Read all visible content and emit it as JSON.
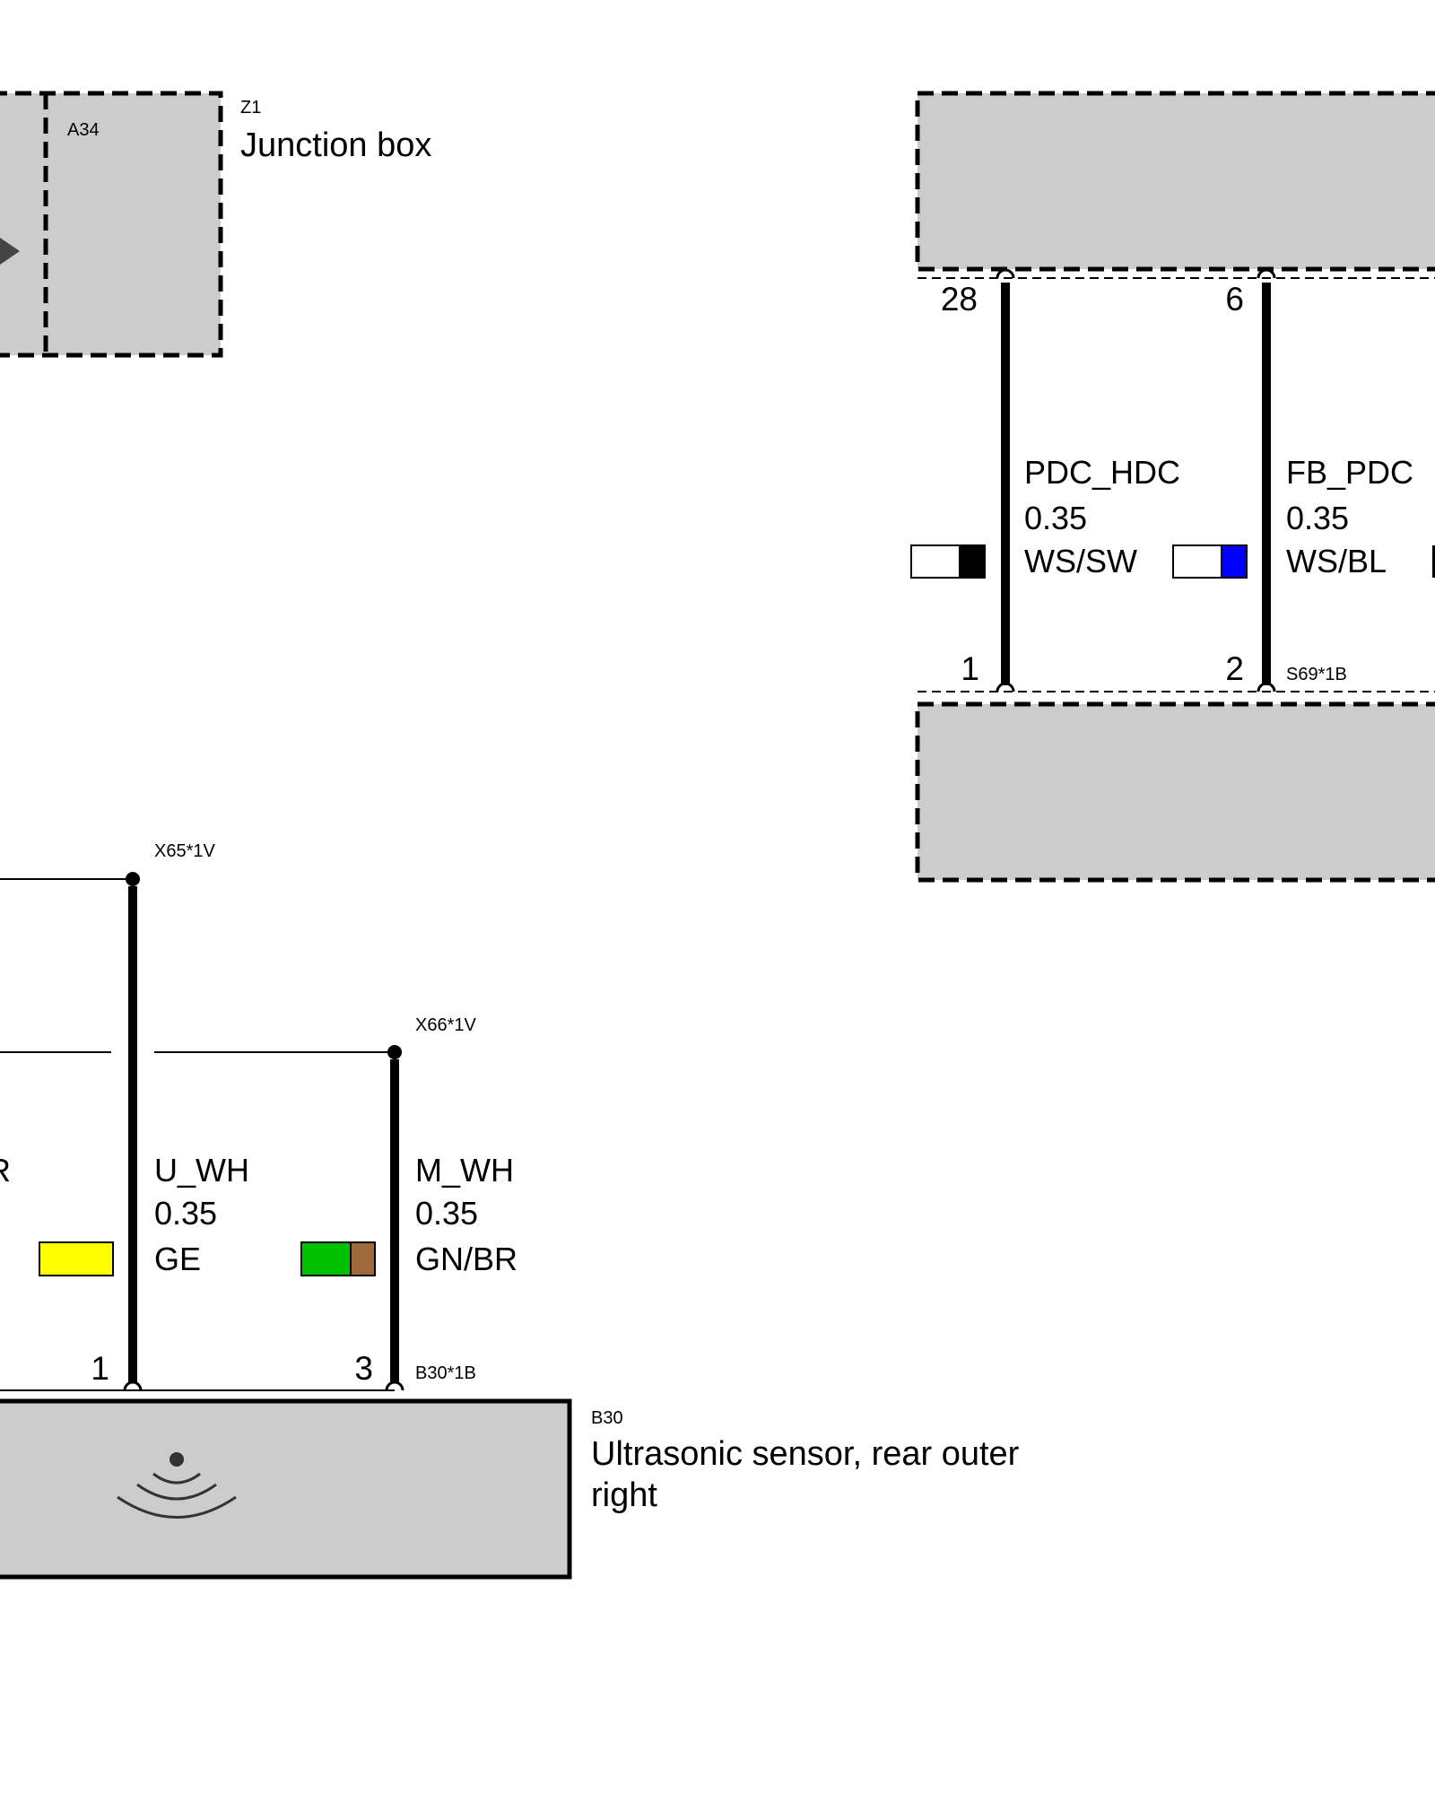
{
  "components": {
    "z1": {
      "ref": "Z1",
      "name": "Junction box",
      "inner_ref": "A34"
    },
    "b30": {
      "ref": "B30",
      "name_line1": "Ultrasonic sensor, rear outer",
      "name_line2": "right"
    }
  },
  "connectors": {
    "x65": "X65*1V",
    "x66": "X66*1V",
    "b30_1b": "B30*1B",
    "s69_1b": "S69*1B"
  },
  "wires": [
    {
      "signal": "R",
      "gauge": "",
      "color_code": "",
      "swatch": [
        "#ffff00"
      ],
      "pin_bottom": "",
      "pin_top": ""
    },
    {
      "signal": "U_WH",
      "gauge": "0.35",
      "color_code": "GE",
      "swatch": [
        "#ffff00"
      ],
      "pin_bottom": "1",
      "pin_top": ""
    },
    {
      "signal": "M_WH",
      "gauge": "0.35",
      "color_code": "GN/BR",
      "swatch": [
        "#00c000",
        "#a0693c"
      ],
      "pin_bottom": "3",
      "pin_top": ""
    },
    {
      "signal": "PDC_HDC",
      "gauge": "0.35",
      "color_code": "WS/SW",
      "swatch": [
        "#ffffff",
        "#000000"
      ],
      "pin_top": "28",
      "pin_bottom": "1"
    },
    {
      "signal": "FB_PDC",
      "gauge": "0.35",
      "color_code": "WS/BL",
      "swatch": [
        "#ffffff",
        "#0000ff"
      ],
      "pin_top": "6",
      "pin_bottom": "2"
    }
  ],
  "colors": {
    "box_fill": "#cccccc",
    "line": "#000000"
  }
}
